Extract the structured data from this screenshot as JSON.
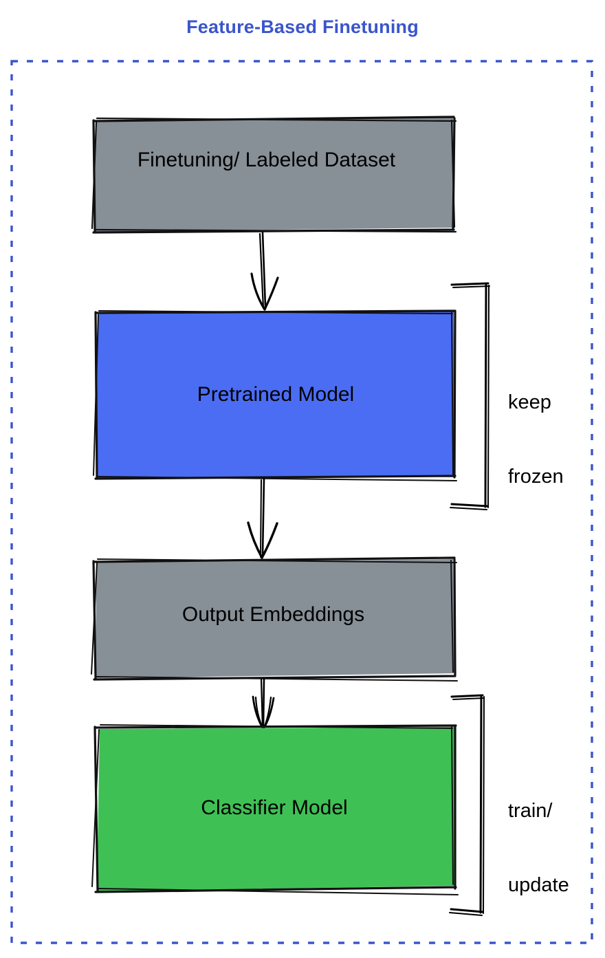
{
  "title": "Feature-Based Finetuning",
  "colors": {
    "title": "#3a55cc",
    "frame_border": "#3a55cc",
    "gray_fill": "#878f97",
    "blue_fill": "#4b6df3",
    "green_fill": "#3fc055",
    "stroke": "#000000",
    "background": "#ffffff"
  },
  "frame": {
    "style": "dashed",
    "label": "diagram-frame"
  },
  "nodes": [
    {
      "id": "dataset",
      "label": "Finetuning/ Labeled Dataset",
      "fill": "#878f97"
    },
    {
      "id": "pretrained",
      "label": "Pretrained Model",
      "fill": "#4b6df3"
    },
    {
      "id": "embeddings",
      "label": "Output Embeddings",
      "fill": "#878f97"
    },
    {
      "id": "classifier",
      "label": "Classifier Model",
      "fill": "#3fc055"
    }
  ],
  "annotations": [
    {
      "id": "keep-frozen",
      "line1": "keep",
      "line2": "frozen",
      "targets": "pretrained"
    },
    {
      "id": "train-update",
      "line1": "train/",
      "line2": "update",
      "targets": "classifier"
    }
  ],
  "edges": [
    {
      "from": "dataset",
      "to": "pretrained",
      "kind": "arrow"
    },
    {
      "from": "pretrained",
      "to": "embeddings",
      "kind": "arrow"
    },
    {
      "from": "embeddings",
      "to": "classifier",
      "kind": "arrow"
    }
  ],
  "chart_data": {
    "type": "diagram",
    "title": "Feature-Based Finetuning",
    "flow": [
      "Finetuning/ Labeled Dataset",
      "Pretrained Model",
      "Output Embeddings",
      "Classifier Model"
    ],
    "annotations": [
      "keep frozen",
      "train/ update"
    ]
  }
}
